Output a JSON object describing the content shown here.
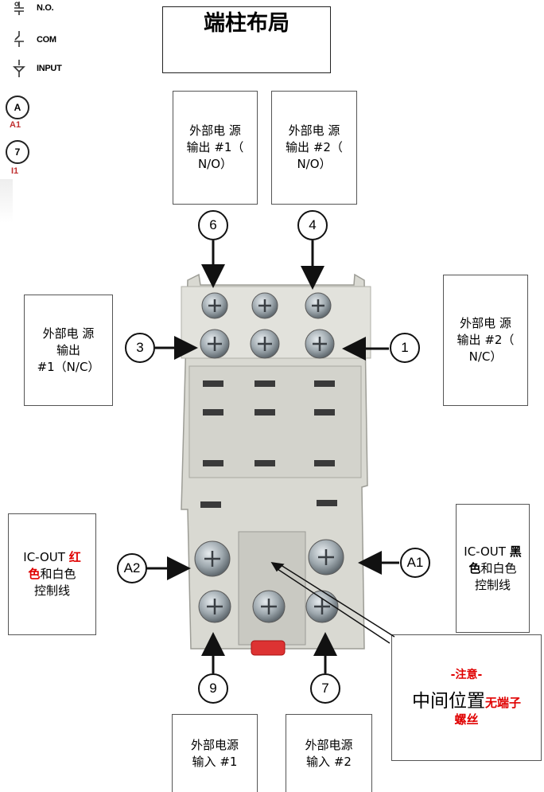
{
  "title": "端柱布局",
  "legend": {
    "items": [
      {
        "label": "N.O."
      },
      {
        "label": "COM"
      },
      {
        "label": "INPUT"
      }
    ],
    "terminals": [
      {
        "symbol": "A",
        "sublabel": "A1"
      },
      {
        "symbol": "7",
        "sublabel": "I1"
      }
    ]
  },
  "boxes": {
    "top_left": {
      "line1": "外部电 源",
      "line2": "输出 #1（",
      "line3": "N/O）"
    },
    "top_right": {
      "line1": "外部电 源",
      "line2": "输出 #2（",
      "line3": "N/O）"
    },
    "mid_left": {
      "line1": "外部电 源",
      "line2": "输出",
      "line3": "#1（N/C）"
    },
    "mid_right": {
      "line1": "外部电 源",
      "line2": "输出 #2（",
      "line3": "N/C）"
    },
    "low_left": {
      "pre": "IC-OUT ",
      "red1": "红",
      "red2": "色",
      "post": "和白色",
      "line3": "控制线"
    },
    "low_right": {
      "pre": "IC-OUT ",
      "bold1": "黑",
      "bold2": "色",
      "post": "和白色",
      "line3": "控制线"
    },
    "bottom_left": {
      "line1": "外部电源",
      "line2": "输入 #1"
    },
    "bottom_right": {
      "line1": "外部电源",
      "line2": "输入 #2"
    },
    "note": {
      "head": "-注意-",
      "big": "中间位置",
      "red1": "无端子",
      "red2": "螺丝"
    }
  },
  "callouts": {
    "c6": "6",
    "c4": "4",
    "c3": "3",
    "c1": "1",
    "a2": "A2",
    "a1": "A1",
    "c9": "9",
    "c7": "7"
  },
  "colors": {
    "socket_body": "#d9d9d2",
    "screw": "#9aa3aa",
    "accent_red": "#e00000"
  }
}
